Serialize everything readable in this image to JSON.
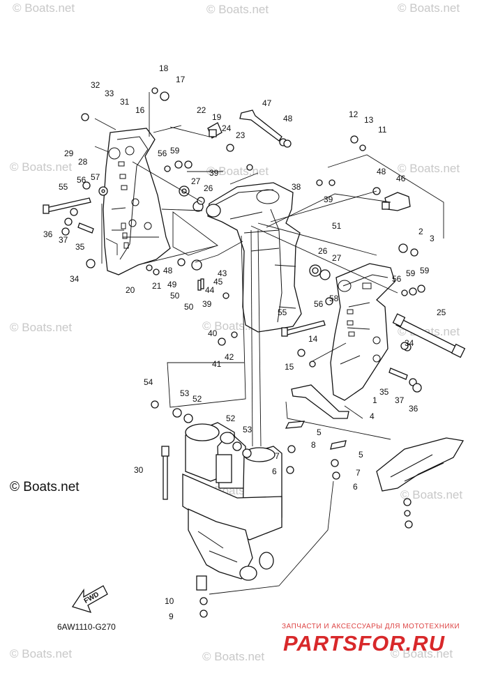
{
  "watermark_text": "© Boats.net",
  "footer": {
    "diagram_code": "6AW1110-G270",
    "copyright": "© Boats.net",
    "fwd_label": "FWD"
  },
  "branding": {
    "tagline": "ЗАПЧАСТИ И АКСЕССУАРЫ ДЛЯ МОТОТЕХНИКИ",
    "logo_text": "PARTSFOR.RU"
  },
  "callouts": [
    {
      "id": "c1",
      "text": "1"
    },
    {
      "id": "c2",
      "text": "2"
    },
    {
      "id": "c3",
      "text": "3"
    },
    {
      "id": "c4",
      "text": "4"
    },
    {
      "id": "c5a",
      "text": "5"
    },
    {
      "id": "c5b",
      "text": "5"
    },
    {
      "id": "c6a",
      "text": "6"
    },
    {
      "id": "c6b",
      "text": "6"
    },
    {
      "id": "c7a",
      "text": "7"
    },
    {
      "id": "c7b",
      "text": "7"
    },
    {
      "id": "c8",
      "text": "8"
    },
    {
      "id": "c9",
      "text": "9"
    },
    {
      "id": "c10",
      "text": "10"
    },
    {
      "id": "c11",
      "text": "11"
    },
    {
      "id": "c12",
      "text": "12"
    },
    {
      "id": "c13",
      "text": "13"
    },
    {
      "id": "c14",
      "text": "14"
    },
    {
      "id": "c15",
      "text": "15"
    },
    {
      "id": "c16",
      "text": "16"
    },
    {
      "id": "c17",
      "text": "17"
    },
    {
      "id": "c18",
      "text": "18"
    },
    {
      "id": "c19",
      "text": "19"
    },
    {
      "id": "c20",
      "text": "20"
    },
    {
      "id": "c21",
      "text": "21"
    },
    {
      "id": "c22",
      "text": "22"
    },
    {
      "id": "c23",
      "text": "23"
    },
    {
      "id": "c24",
      "text": "24"
    },
    {
      "id": "c25",
      "text": "25"
    },
    {
      "id": "c26a",
      "text": "26"
    },
    {
      "id": "c26b",
      "text": "26"
    },
    {
      "id": "c27a",
      "text": "27"
    },
    {
      "id": "c27b",
      "text": "27"
    },
    {
      "id": "c28",
      "text": "28"
    },
    {
      "id": "c29",
      "text": "29"
    },
    {
      "id": "c30",
      "text": "30"
    },
    {
      "id": "c31",
      "text": "31"
    },
    {
      "id": "c32",
      "text": "32"
    },
    {
      "id": "c33",
      "text": "33"
    },
    {
      "id": "c34a",
      "text": "34"
    },
    {
      "id": "c34b",
      "text": "34"
    },
    {
      "id": "c35a",
      "text": "35"
    },
    {
      "id": "c35b",
      "text": "35"
    },
    {
      "id": "c36a",
      "text": "36"
    },
    {
      "id": "c36b",
      "text": "36"
    },
    {
      "id": "c37a",
      "text": "37"
    },
    {
      "id": "c37b",
      "text": "37"
    },
    {
      "id": "c38",
      "text": "38"
    },
    {
      "id": "c39a",
      "text": "39"
    },
    {
      "id": "c39b",
      "text": "39"
    },
    {
      "id": "c39c",
      "text": "39"
    },
    {
      "id": "c40",
      "text": "40"
    },
    {
      "id": "c41",
      "text": "41"
    },
    {
      "id": "c42",
      "text": "42"
    },
    {
      "id": "c43",
      "text": "43"
    },
    {
      "id": "c44",
      "text": "44"
    },
    {
      "id": "c45",
      "text": "45"
    },
    {
      "id": "c46",
      "text": "46"
    },
    {
      "id": "c47",
      "text": "47"
    },
    {
      "id": "c48a",
      "text": "48"
    },
    {
      "id": "c48b",
      "text": "48"
    },
    {
      "id": "c48c",
      "text": "48"
    },
    {
      "id": "c49",
      "text": "49"
    },
    {
      "id": "c50a",
      "text": "50"
    },
    {
      "id": "c50b",
      "text": "50"
    },
    {
      "id": "c51",
      "text": "51"
    },
    {
      "id": "c52a",
      "text": "52"
    },
    {
      "id": "c52b",
      "text": "52"
    },
    {
      "id": "c53a",
      "text": "53"
    },
    {
      "id": "c53b",
      "text": "53"
    },
    {
      "id": "c54",
      "text": "54"
    },
    {
      "id": "c55a",
      "text": "55"
    },
    {
      "id": "c55b",
      "text": "55"
    },
    {
      "id": "c56a",
      "text": "56"
    },
    {
      "id": "c56b",
      "text": "56"
    },
    {
      "id": "c56c",
      "text": "56"
    },
    {
      "id": "c56d",
      "text": "56"
    },
    {
      "id": "c57",
      "text": "57"
    },
    {
      "id": "c58",
      "text": "58"
    },
    {
      "id": "c59a",
      "text": "59"
    },
    {
      "id": "c59b",
      "text": "59"
    },
    {
      "id": "c59c",
      "text": "59"
    }
  ]
}
